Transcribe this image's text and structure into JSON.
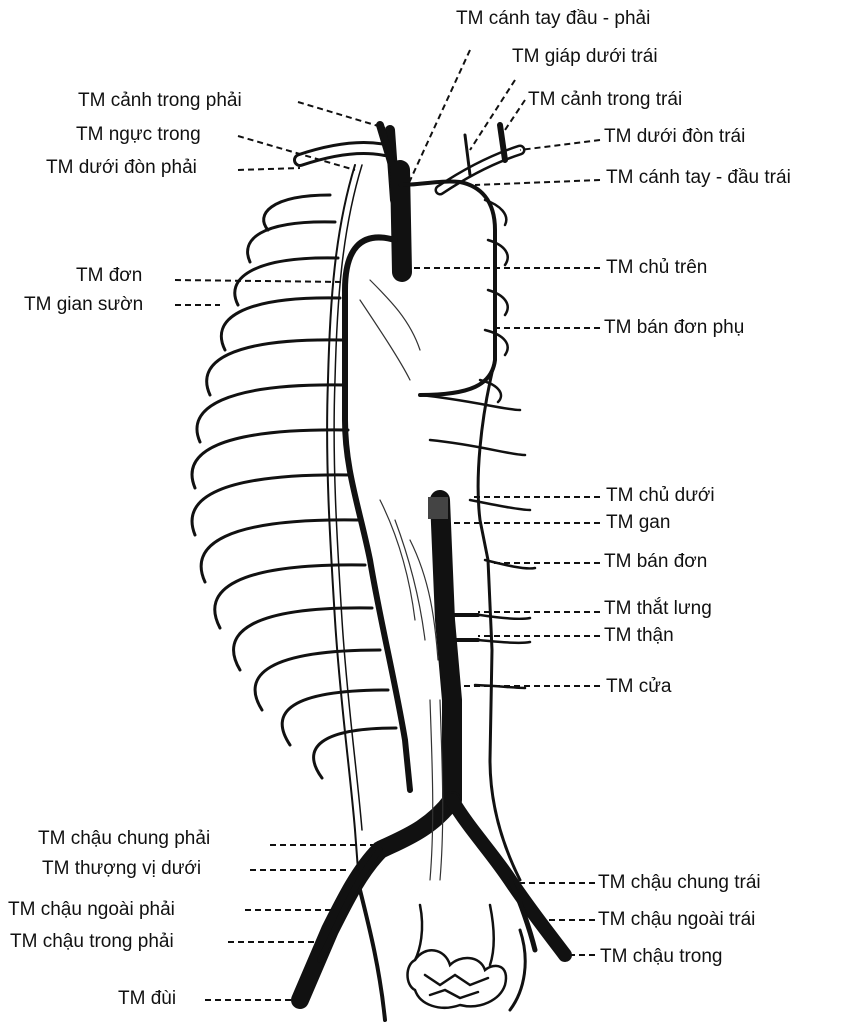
{
  "labels": {
    "brachiocephalic_right": "TM cánh tay đầu - phải",
    "inferior_thyroid_left": "TM giáp dưới trái",
    "internal_jugular_left": "TM cảnh trong trái",
    "subclavian_left": "TM dưới đòn trái",
    "brachiocephalic_left": "TM cánh tay - đầu trái",
    "superior_vena_cava": "TM chủ trên",
    "accessory_hemiazygos": "TM bán đơn phụ",
    "inferior_vena_cava": "TM chủ dưới",
    "hepatic": "TM gan",
    "hemiazygos": "TM bán đơn",
    "lumbar": "TM thắt lưng",
    "renal": "TM thận",
    "portal": "TM cửa",
    "common_iliac_left": "TM chậu chung trái",
    "external_iliac_left": "TM chậu ngoài trái",
    "internal_iliac": "TM chậu trong",
    "internal_jugular_right": "TM cảnh trong phải",
    "internal_thoracic": "TM ngực trong",
    "subclavian_right": "TM dưới đòn phải",
    "azygos": "TM đơn",
    "intercostal": "TM gian sườn",
    "common_iliac_right": "TM chậu chung phải",
    "inferior_epigastric": "TM thượng vị dưới",
    "external_iliac_right": "TM chậu ngoài phải",
    "internal_iliac_right": "TM chậu trong phải",
    "femoral": "TM đùi"
  }
}
